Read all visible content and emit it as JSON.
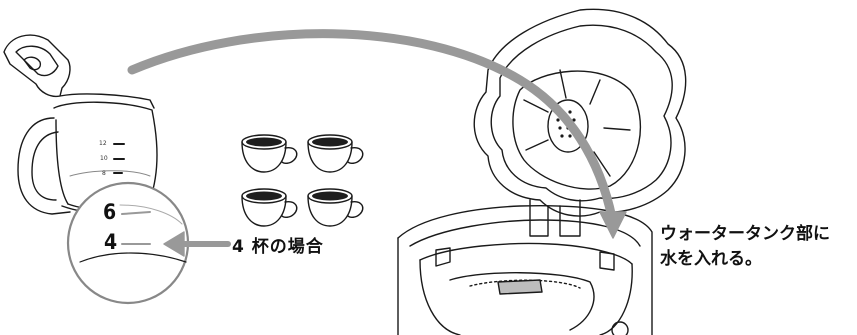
{
  "labels": {
    "cup_count": "4 杯の場合",
    "tank_line1": "ウォータータンク部に",
    "tank_line2": "水を入れる。"
  },
  "carafe": {
    "marks_large": [
      "6",
      "4"
    ],
    "marks_small": [
      "12",
      "10",
      "8"
    ]
  },
  "colors": {
    "line": "#1a1a1a",
    "arrow": "#999999",
    "coffee": "#1e1e1e",
    "tray": "#bdbdbd"
  },
  "icons": [
    "coffee-cup-icon",
    "carafe-illustration",
    "coffee-maker-illustration",
    "magnifier-circle"
  ]
}
